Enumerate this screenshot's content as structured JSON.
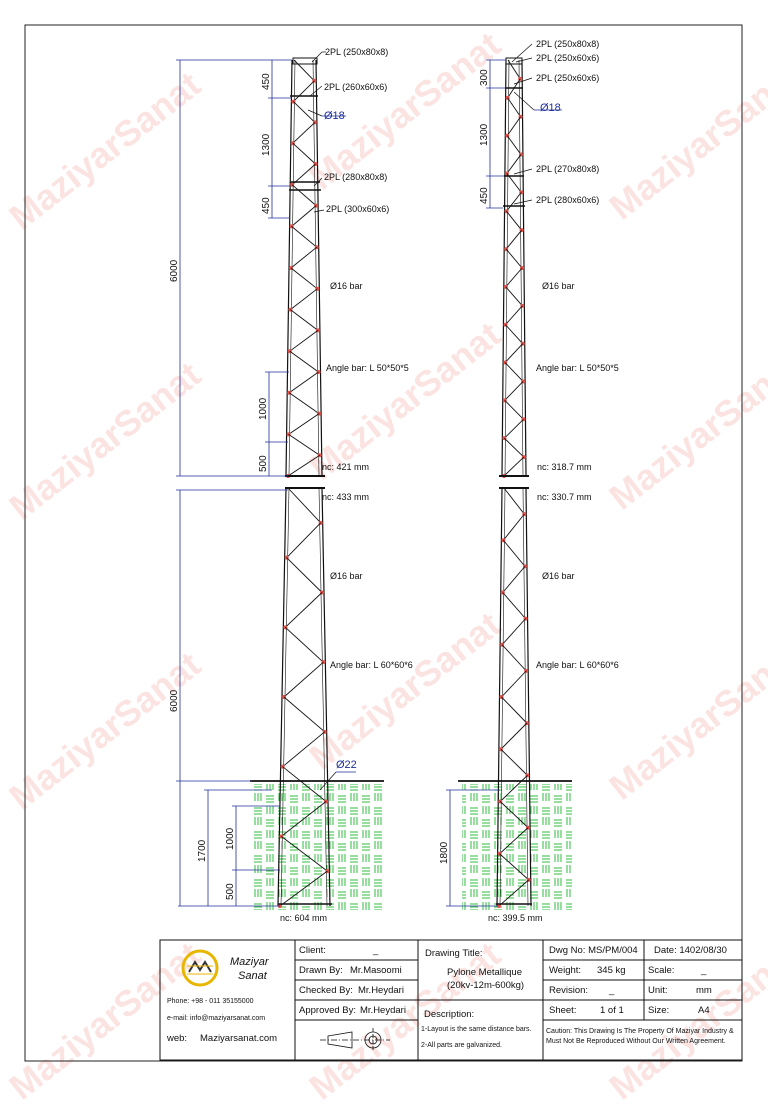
{
  "colors": {
    "line": "#111111",
    "dim": "#1f2f9a",
    "weld": "#e0524a",
    "grass": "#2fbf3f",
    "watermark": "#e64f46"
  },
  "watermark": "MaziyarSanat",
  "left": {
    "top_callouts": [
      "2PL (250x80x8)",
      "2PL (260x60x6)",
      "Ø18",
      "2PL (280x80x8)",
      "2PL (300x60x6)"
    ],
    "upper_callouts": [
      "Ø16 bar",
      "Angle bar: L 50*50*5",
      "nc: 421 mm"
    ],
    "lower_callouts": [
      "nc: 433 mm",
      "Ø16 bar",
      "Angle bar: L 60*60*6",
      "Ø22",
      "nc: 604 mm"
    ],
    "dims_upper": [
      "6000",
      "450",
      "1300",
      "450",
      "1000",
      "500"
    ],
    "dims_lower": [
      "6000",
      "1700",
      "1000",
      "500"
    ]
  },
  "right": {
    "top_callouts": [
      "2PL (250x80x8)",
      "2PL (250x60x6)",
      "2PL (250x60x6)",
      "Ø18",
      "2PL (270x80x8)",
      "2PL (280x60x6)"
    ],
    "upper_callouts": [
      "Ø16 bar",
      "Angle bar: L 50*50*5",
      "nc: 318.7 mm"
    ],
    "lower_callouts": [
      "nc: 330.7 mm",
      "Ø16 bar",
      "Angle bar: L 60*60*6",
      "nc: 399.5 mm"
    ],
    "dims_upper": [
      "300",
      "1300",
      "450"
    ],
    "dims_lower": [
      "1800"
    ]
  },
  "title_block": {
    "company_line1": "Maziyar",
    "company_line2": "Sanat",
    "phone": "Phone: +98 - 011 35155000",
    "email": "e-mail:  info@maziyarsanat.com",
    "web_label": "web:",
    "web": "Maziyarsanat.com",
    "client_label": "Client:",
    "client": "_",
    "drawn_label": "Drawn By:",
    "drawn": "Mr.Masoomi",
    "checked_label": "Checked By:",
    "checked": "Mr.Heydari",
    "approved_label": "Approved By:",
    "approved": "Mr.Heydari",
    "drawing_title_label": "Drawing Title:",
    "drawing_title": "Pylone  Metallique",
    "drawing_subtitle": "(20kv-12m-600kg)",
    "description_label": "Description:",
    "desc1": "1-Layout is the same distance bars.",
    "desc2": "2-All parts are galvanized.",
    "dwg_no": "Dwg No: MS/PM/004",
    "date": "Date: 1402/08/30",
    "weight_label": "Weight:",
    "weight": "345 kg",
    "scale_label": "Scale:",
    "scale": "_",
    "revision_label": "Revision:",
    "revision": "_",
    "unit_label": "Unit:",
    "unit": "mm",
    "sheet_label": "Sheet:",
    "sheet": "1 of 1",
    "size_label": "Size:",
    "size": "A4",
    "caution1": "Caution: This Drawing Is The Property Of Maziyar Industry &",
    "caution2": "Must Not Be Reproduced Without Our Written Agreement."
  }
}
